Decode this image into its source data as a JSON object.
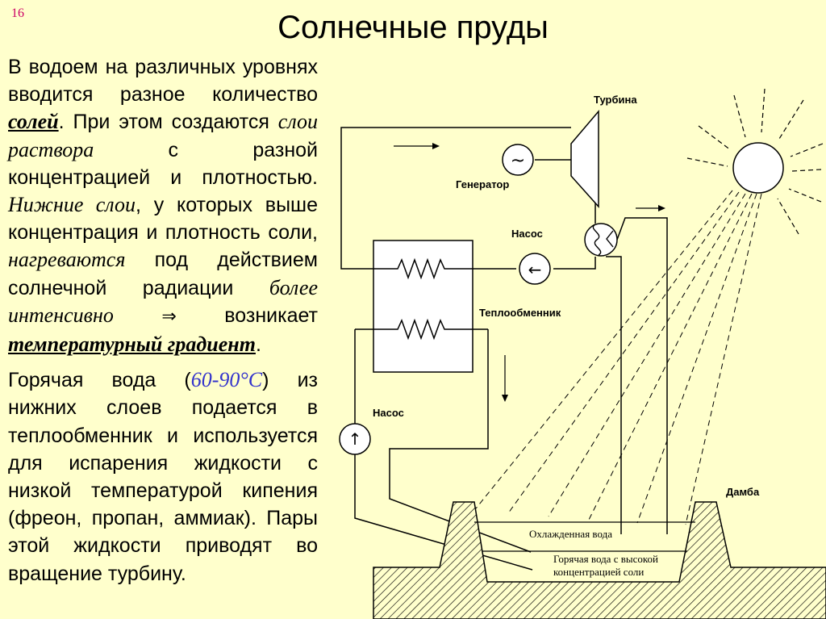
{
  "slide": {
    "number": "16",
    "title": "Солнечные пруды"
  },
  "para1": {
    "s1": "В водоем на различных уровнях вводится разное количество ",
    "s2": "солей",
    "s3": ". При этом создаются ",
    "s4": "слои раствора",
    "s5": " с разной концентрацией и плотностью. ",
    "s6": "Нижние слои",
    "s7": ", у которых выше концентрация и плотность соли, ",
    "s8": "нагреваются",
    "s9": " под действием солнечной радиации ",
    "s10": "более интенсивно",
    "s11": "⇒",
    "s12": " возникает ",
    "s13": "температурный градиент",
    "s14": "."
  },
  "para2": {
    "s1": "Горячая вода (",
    "s2": "60-90°C",
    "s3": ") из нижних слоев подается в теплообменник и используется для испарения жидкости с низкой температурой кипения (фреон, пропан, аммиак). Пары этой жидкости приводят во вращение турбину."
  },
  "diagram": {
    "turbine": "Турбина",
    "generator": "Генератор",
    "pump_top": "Насос",
    "heat_exchanger": "Теплообменник",
    "pump_left": "Насос",
    "dam": "Дамба",
    "cooled_water": "Охлажденная вода",
    "hot_water_1": "Горячая вода с высокой",
    "hot_water_2": "концентрацией соли",
    "generator_symbol": "~",
    "pump_arrow_left": "←",
    "pump_arrow_up": "↑"
  }
}
